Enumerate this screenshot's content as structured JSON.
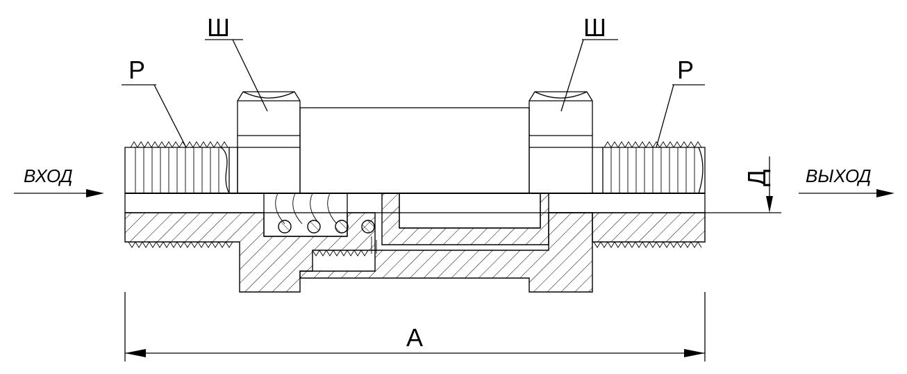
{
  "labels": {
    "wrench_left": "Ш",
    "wrench_right": "Ш",
    "thread_left": "Р",
    "thread_right": "Р",
    "inlet": "ВХОД",
    "outlet": "ВЫХОД",
    "diameter": "Д",
    "length": "А"
  }
}
